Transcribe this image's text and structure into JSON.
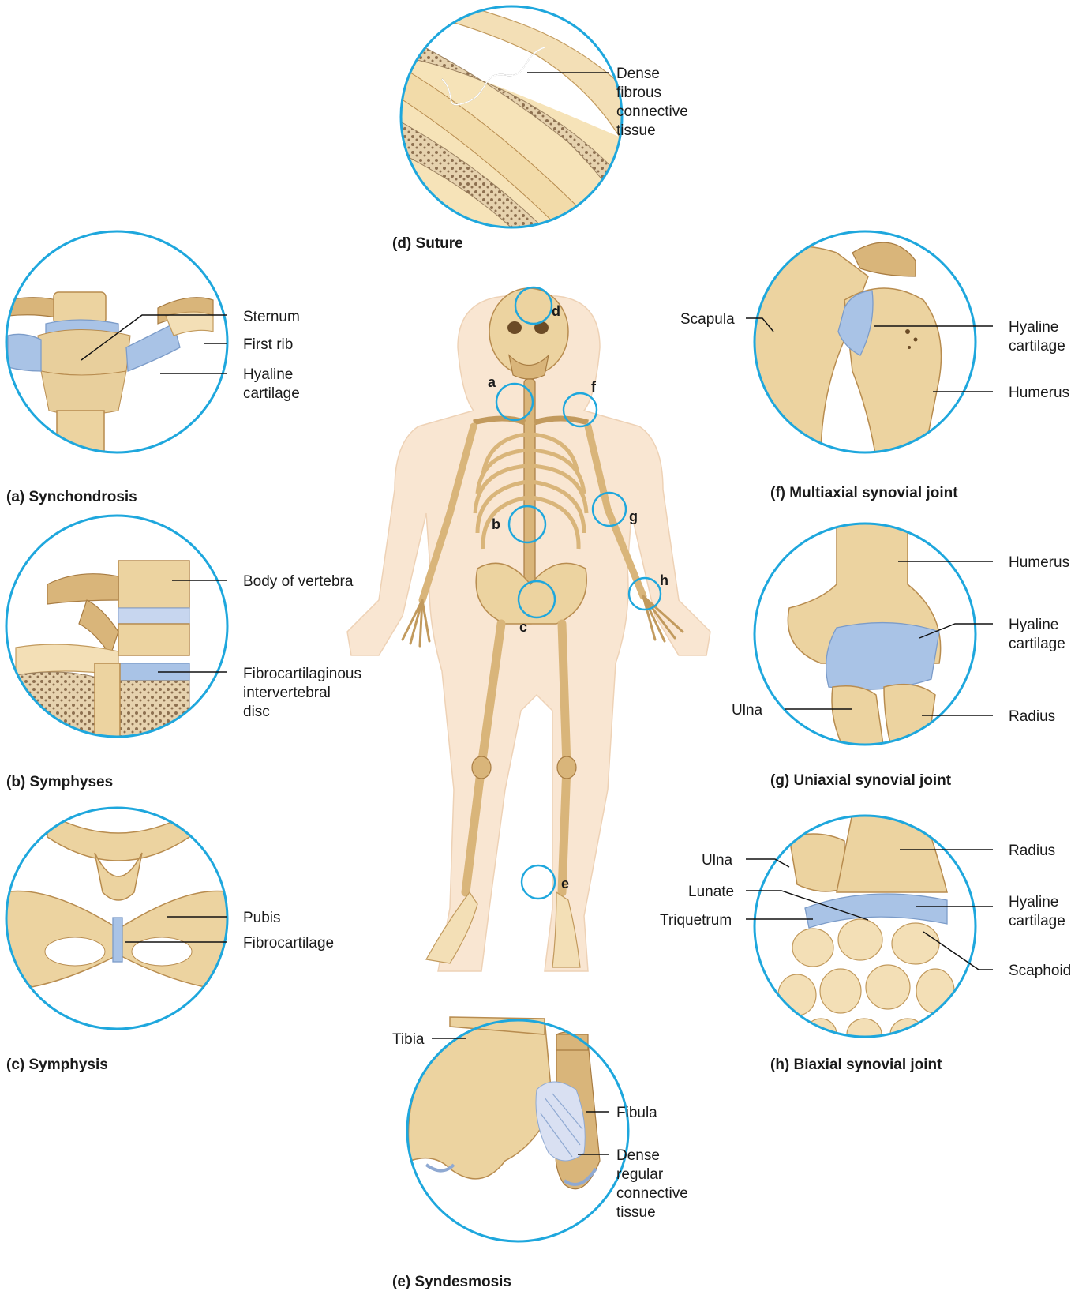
{
  "colors": {
    "ring": "#1ea7dd",
    "bone": "#ecd3a0",
    "cartilage": "#a9c3e6",
    "body_outline": "#f9e6d2",
    "text": "#1a1a1a"
  },
  "panels": {
    "a": {
      "caption": "(a) Synchondrosis",
      "labels": [
        "Sternum",
        "First rib",
        "Hyaline",
        "cartilage"
      ]
    },
    "b": {
      "caption": "(b) Symphyses",
      "labels": [
        "Body of vertebra",
        "Fibrocartilaginous",
        "intervertebral",
        "disc"
      ]
    },
    "c": {
      "caption": "(c) Symphysis",
      "labels": [
        "Pubis",
        "Fibrocartilage"
      ]
    },
    "d": {
      "caption": "(d) Suture",
      "labels": [
        "Dense",
        "fibrous",
        "connective",
        "tissue"
      ]
    },
    "e": {
      "caption": "(e) Syndesmosis",
      "labels": [
        "Tibia",
        "Fibula",
        "Dense",
        "regular",
        "connective",
        "tissue"
      ]
    },
    "f": {
      "caption": "(f) Multiaxial synovial joint",
      "labels": [
        "Scapula",
        "Hyaline",
        "cartilage",
        "Humerus"
      ]
    },
    "g": {
      "caption": "(g) Uniaxial synovial joint",
      "labels": [
        "Humerus",
        "Hyaline",
        "cartilage",
        "Ulna",
        "Radius"
      ]
    },
    "h": {
      "caption": "(h) Biaxial synovial joint",
      "labels": [
        "Ulna",
        "Radius",
        "Lunate",
        "Hyaline",
        "cartilage",
        "Triquetrum",
        "Scaphoid"
      ]
    }
  },
  "skeleton_markers": [
    "a",
    "b",
    "c",
    "d",
    "e",
    "f",
    "g",
    "h"
  ]
}
